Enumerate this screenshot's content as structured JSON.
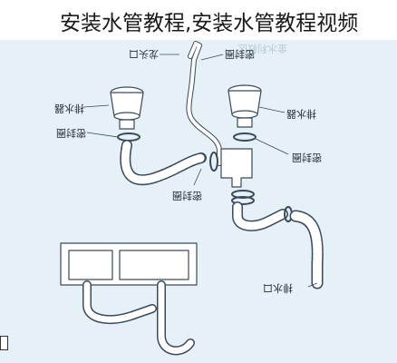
{
  "banner": {
    "title": "安装水管教程,安装水管教程视频"
  },
  "watermark": "金水利教区",
  "labels": {
    "faucet_hole": "龙头口",
    "seal_ring_top_right": "密封圈",
    "left_drain": "排水器",
    "right_drain": "排水器",
    "left_seal": "密封圈",
    "right_seal": "密封圈",
    "mid_seal": "密封圈",
    "outlet": "排水口"
  },
  "colors": {
    "background": "#e6f0f7",
    "pipe": "#ffffff",
    "line": "#3a4a5a"
  }
}
